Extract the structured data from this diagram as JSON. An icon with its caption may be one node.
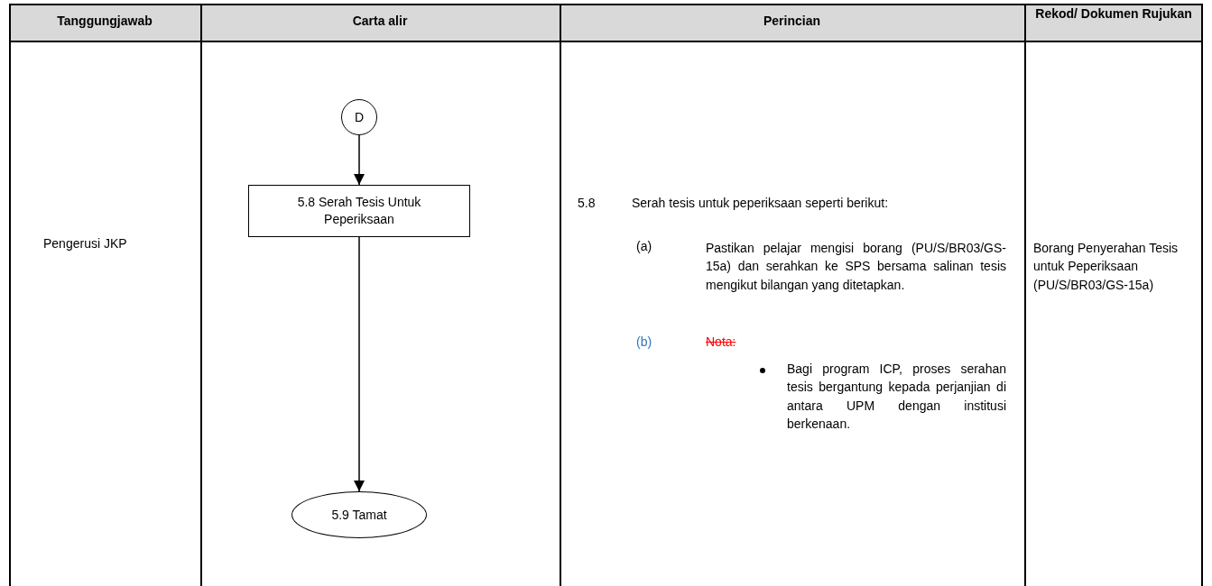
{
  "diagram": {
    "nodes": [
      {
        "text": [
          "D"
        ]
      },
      {
        "text": [
          "5.8 Serah Tesis Untuk Peperiksaan"
        ]
      },
      {
        "text": [
          "5.9 Tamat"
        ]
      }
    ],
    "edges": [
      {
        "from": 0,
        "to": 1,
        "arrow": "to"
      },
      {
        "from": 1,
        "to": 2,
        "arrow": "to"
      }
    ],
    "labels": [
      "Tanggungjawab",
      "Carta alir",
      "Perincian",
      "Rekod/ Dokumen Rujukan",
      "Pengerusi JKP",
      "5.8",
      "Serah tesis untuk peperiksaan seperti berikut:",
      "(a)",
      "Pastikan pelajar mengisi borang (PU/S/BR03/GS-15a) dan serahkan ke SPS bersama salinan tesis mengikut bilangan yang ditetapkan.",
      "(b)",
      "Nota:",
      "Bagi program ICP, proses serahan tesis bergantung kepada perjanjian di antara UPM dengan institusi berkenaan.",
      "Borang Penyerahan Tesis untuk Peperiksaan (PU/S/BR03/GS-15a)"
    ]
  }
}
